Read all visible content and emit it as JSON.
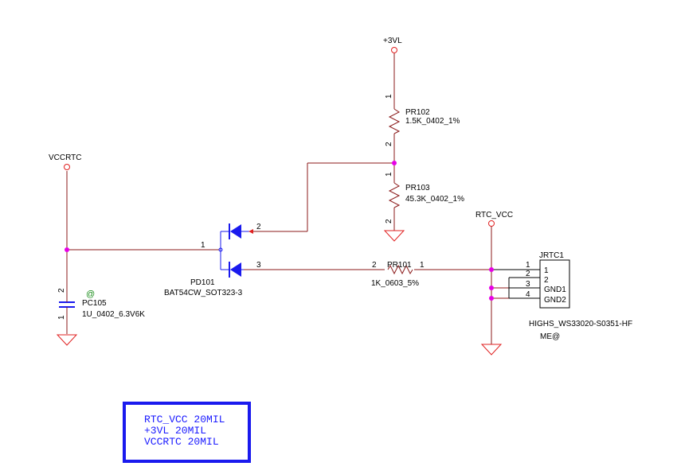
{
  "colors": {
    "wire": "#8b1a1a",
    "net_port": "#e02020",
    "junction": "#e600e6",
    "ground": "#e02020",
    "diode": "#1a1aee",
    "cap": "#1a1aee",
    "note_border": "#1a1aee",
    "note_text": "#1a1aff",
    "at_mark": "#1a8c1a",
    "pin_line": "#000000"
  },
  "nets": {
    "vccrtc": "VCCRTC",
    "v3vl": "+3VL",
    "rtc_vcc": "RTC_VCC"
  },
  "components": {
    "pr102": {
      "ref": "PR102",
      "value": "1.5K_0402_1%",
      "pin1": "1",
      "pin2": "2"
    },
    "pr103": {
      "ref": "PR103",
      "value": "45.3K_0402_1%",
      "pin1": "1",
      "pin2": "2"
    },
    "pr101": {
      "ref": "PR101",
      "value": "1K_0603_5%",
      "pin1": "1",
      "pin2": "2"
    },
    "pc105": {
      "ref": "PC105",
      "value": "1U_0402_6.3V6K",
      "pin1": "1",
      "pin2": "2",
      "mark": "@"
    },
    "pd101": {
      "ref": "PD101",
      "value": "BAT54CW_SOT323-3",
      "pin1": "1",
      "pin2": "2",
      "pin3": "3"
    },
    "jrtc1": {
      "ref": "JRTC1",
      "value": "HIGHS_WS33020-S0351-HF",
      "mark": "ME@",
      "pins": [
        "1",
        "2",
        "3",
        "4"
      ],
      "pin_names": [
        "1",
        "2",
        "GND1",
        "GND2"
      ]
    }
  },
  "note": {
    "lines": [
      "RTC_VCC 20MIL",
      "+3VL 20MIL",
      "VCCRTC 20MIL"
    ]
  }
}
